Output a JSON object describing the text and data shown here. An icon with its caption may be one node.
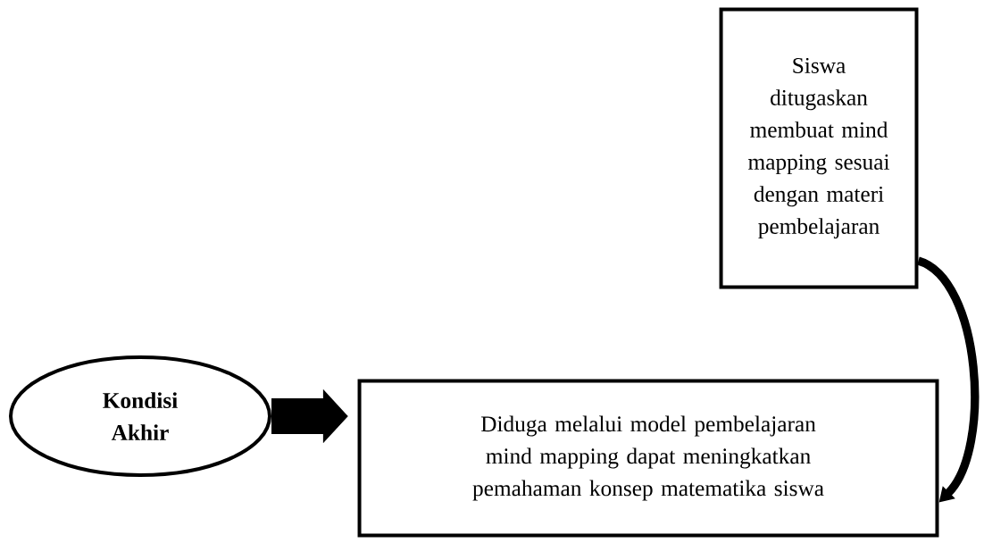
{
  "diagram": {
    "nodes": [
      {
        "text": [
          "Siswa ditugaskan membuat mind mapping sesuai dengan materi pembelajaran"
        ]
      },
      {
        "text": [
          "Kondisi Akhir"
        ]
      },
      {
        "text": [
          "Diduga melalui model pembelajaran mind mapping dapat meningkatkan pemahaman konsep matematika siswa"
        ]
      }
    ],
    "edges": [
      {
        "from": 0,
        "to": 2,
        "arrow": "to"
      },
      {
        "from": 1,
        "to": 2,
        "arrow": "to",
        "style": "thick"
      }
    ]
  }
}
